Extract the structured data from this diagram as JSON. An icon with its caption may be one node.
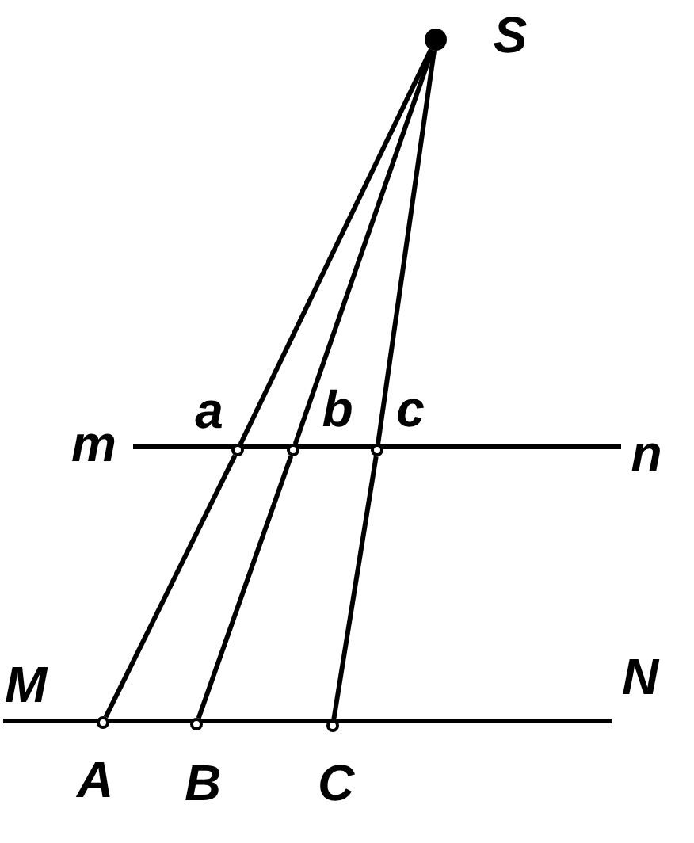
{
  "diagram": {
    "nodes": [
      {
        "text": [
          "S"
        ]
      },
      {
        "text": [
          "m"
        ]
      },
      {
        "text": [
          "n"
        ]
      },
      {
        "text": [
          "a"
        ]
      },
      {
        "text": [
          "b"
        ]
      },
      {
        "text": [
          "c"
        ]
      },
      {
        "text": [
          "M"
        ]
      },
      {
        "text": [
          "N"
        ]
      },
      {
        "text": [
          "A"
        ]
      },
      {
        "text": [
          "B"
        ]
      },
      {
        "text": [
          "C"
        ]
      }
    ],
    "edges": [
      {
        "from": 1,
        "to": 2,
        "arrow": "none"
      },
      {
        "from": 6,
        "to": 7,
        "arrow": "none"
      },
      {
        "from": 0,
        "to": 3,
        "arrow": "none"
      },
      {
        "from": 3,
        "to": 8,
        "arrow": "none"
      },
      {
        "from": 0,
        "to": 4,
        "arrow": "none"
      },
      {
        "from": 4,
        "to": 9,
        "arrow": "none"
      },
      {
        "from": 0,
        "to": 5,
        "arrow": "none"
      },
      {
        "from": 5,
        "to": 10,
        "arrow": "none"
      }
    ]
  }
}
